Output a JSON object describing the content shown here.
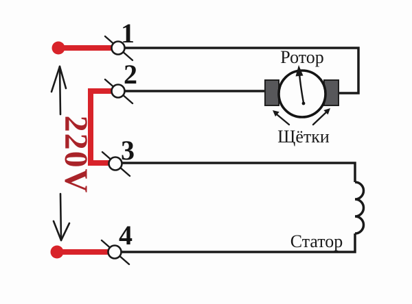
{
  "diagram": {
    "voltage_label": "220V",
    "terminals": [
      {
        "label": "1"
      },
      {
        "label": "2"
      },
      {
        "label": "3"
      },
      {
        "label": "4"
      }
    ],
    "rotor_label": "Ротор",
    "brushes_label": "Щётки",
    "stator_label": "Статор",
    "colors": {
      "wire_red": "#d8232a",
      "voltage_text_red": "#a92329",
      "wire_black": "#1a1a1a",
      "brush_fill": "#57575a",
      "background": "#fdfdfd"
    }
  }
}
